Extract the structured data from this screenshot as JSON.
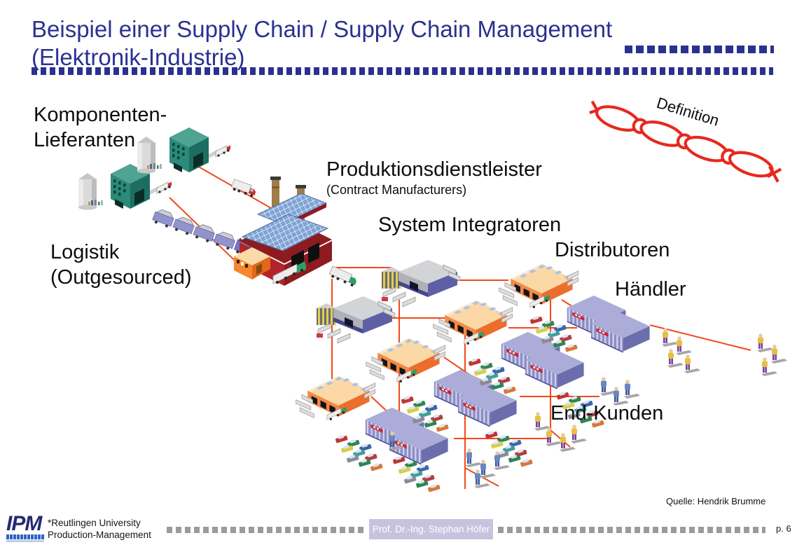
{
  "slide": {
    "title_line1": "Beispiel einer Supply Chain / Supply Chain Management",
    "title_line2": "(Elektronik-Industrie)",
    "annotation": "Definition",
    "source": "Quelle: Hendrik Brumme"
  },
  "diagram": {
    "labels": {
      "suppliers_1": "Komponenten-",
      "suppliers_2": "Lieferanten",
      "logistics_1": "Logistik",
      "logistics_2": "(Outgesourced)",
      "producers_1": "Produktionsdienstleister",
      "producers_2": "(Contract Manufacturers)",
      "integrators": "System Integratoren",
      "distributors": "Distributoren",
      "dealers": "Händler",
      "end_customers": "End-Kunden"
    },
    "icons": {
      "chain": "chain-icon",
      "supplier": "supplier-factory-icon",
      "producer": "factory-icon",
      "train": "train-icon",
      "truck": "truck-icon",
      "integrator": "integrator-building-icon",
      "distributor": "warehouse-icon",
      "store": "store-icon",
      "cars": "car-park-icon",
      "person": "person-icon"
    }
  },
  "footer": {
    "logo": "IPM",
    "org_1": "*Reutlingen University",
    "org_2": "Production-Management",
    "presenter": "Prof. Dr.-Ing. Stephan Höfer",
    "page": "p. 6"
  },
  "colors": {
    "title_navy": "#2b3190",
    "network_red": "#f2481a",
    "chain_red": "#e8281e",
    "supplier_teal": "#2c8a7b",
    "factory_red": "#b3242a",
    "integrator_blue": "#5d60a4",
    "distributor_orange": "#f18a4a",
    "store_lavender": "#8b8dc6",
    "footer_dot_gray": "#9b9b9b",
    "presenter_bg": "#c9c2df"
  }
}
